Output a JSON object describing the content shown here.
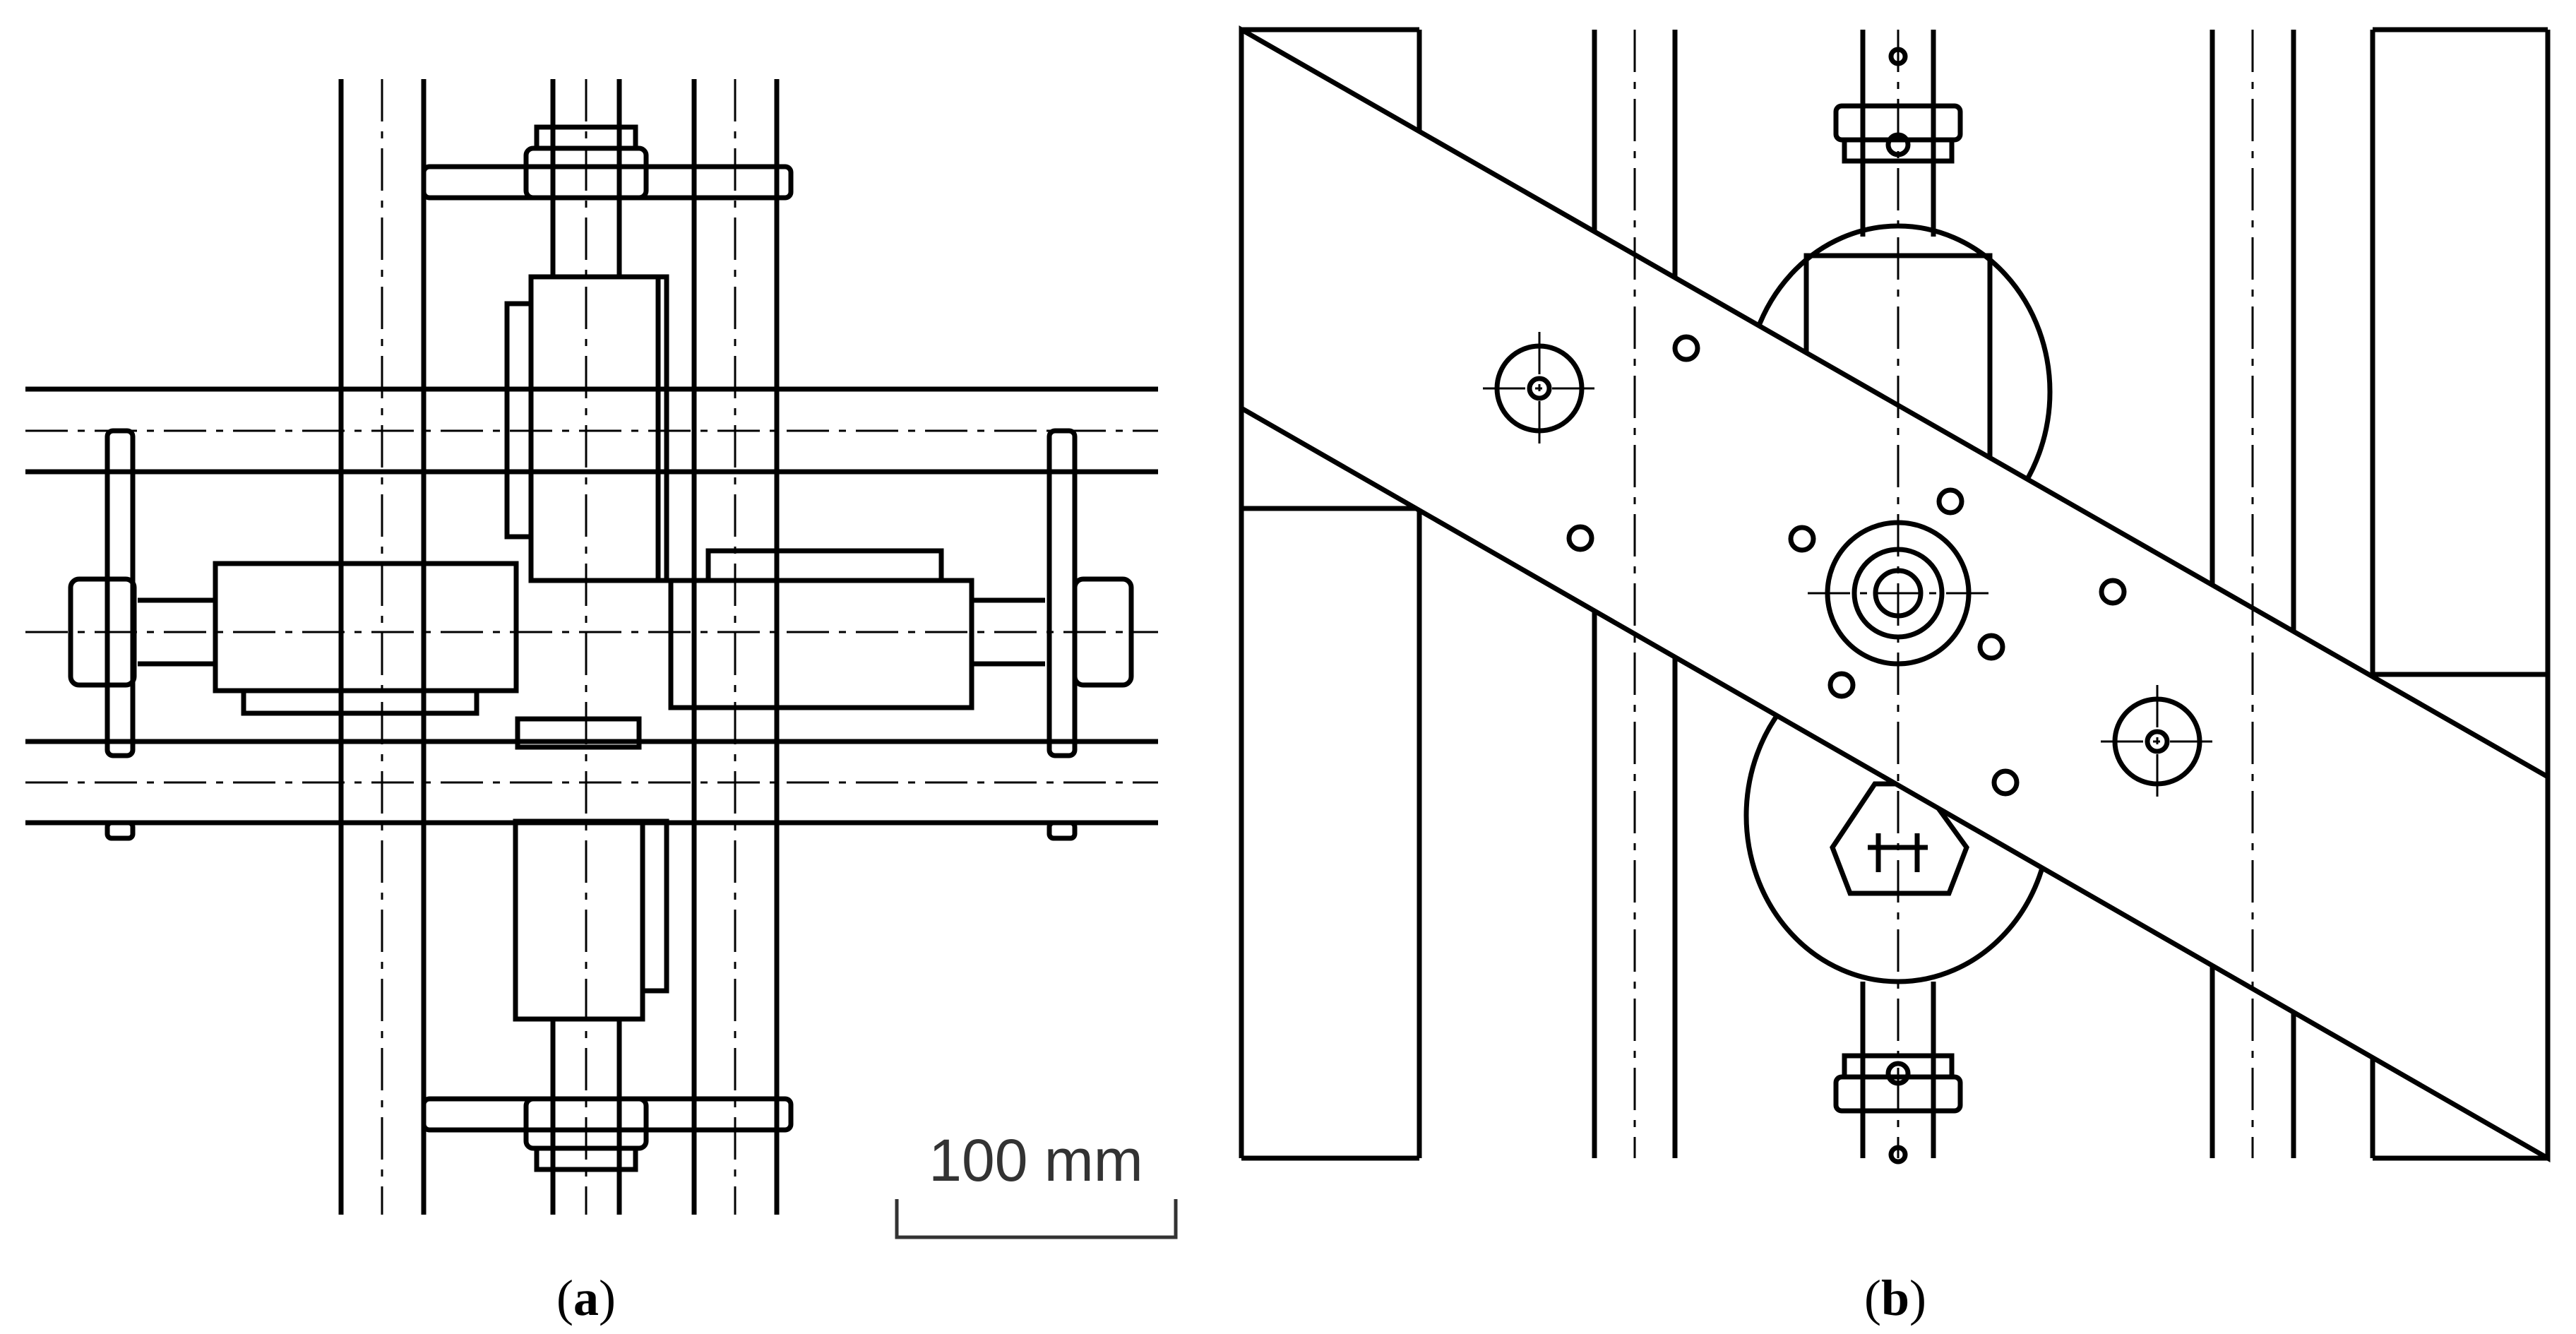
{
  "panels": [
    {
      "id": "a",
      "caption_letter": "a"
    },
    {
      "id": "b",
      "caption_letter": "b"
    }
  ],
  "scale_bar": {
    "label": "100 mm"
  },
  "colors": {
    "line": "#000000",
    "scale": "#333333",
    "background": "#ffffff"
  }
}
